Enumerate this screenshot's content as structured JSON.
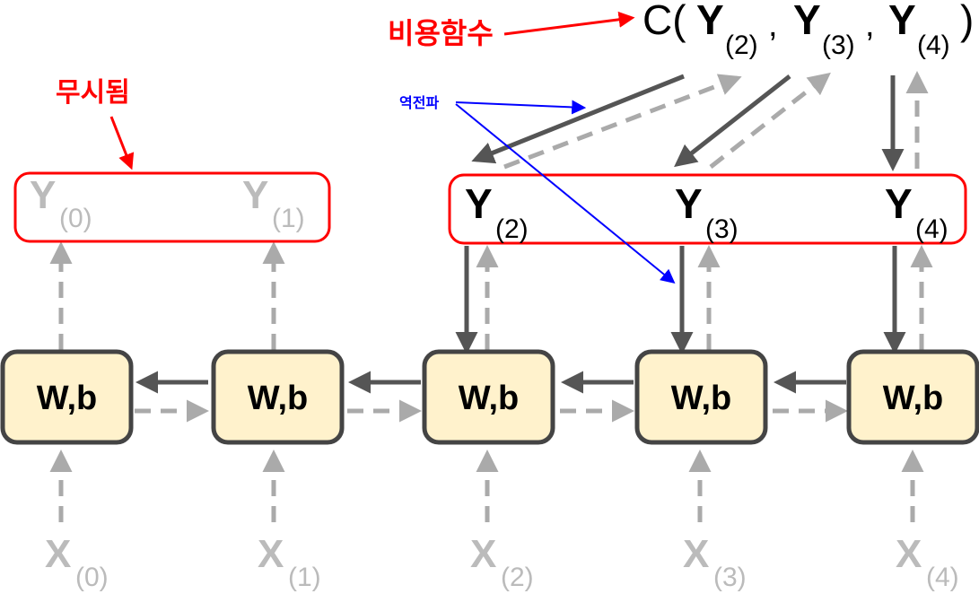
{
  "cost": {
    "label": "비용함수",
    "func_prefix": "C(",
    "sep": ",",
    "close": ")",
    "y_letter": "Y",
    "subscripts": [
      "(2)",
      "(3)",
      "(4)"
    ]
  },
  "ignored": {
    "label": "무시됨",
    "y_letter": "Y",
    "subscripts": [
      "(0)",
      "(1)"
    ]
  },
  "backprop_label": "역전파",
  "outputs": {
    "y_letter": "Y",
    "subscripts": [
      "(2)",
      "(3)",
      "(4)"
    ]
  },
  "cells": [
    "W,b",
    "W,b",
    "W,b",
    "W,b",
    "W,b"
  ],
  "inputs": {
    "x_letter": "X",
    "subscripts": [
      "(0)",
      "(1)",
      "(2)",
      "(3)",
      "(4)"
    ]
  },
  "colors": {
    "highlight_red": "#ff0000",
    "backprop_blue": "#0000ff",
    "forward_gray": "#aaaaaa",
    "backward_dark": "#555555",
    "cell_fill": "#fff2cc",
    "cell_border": "#444444"
  }
}
